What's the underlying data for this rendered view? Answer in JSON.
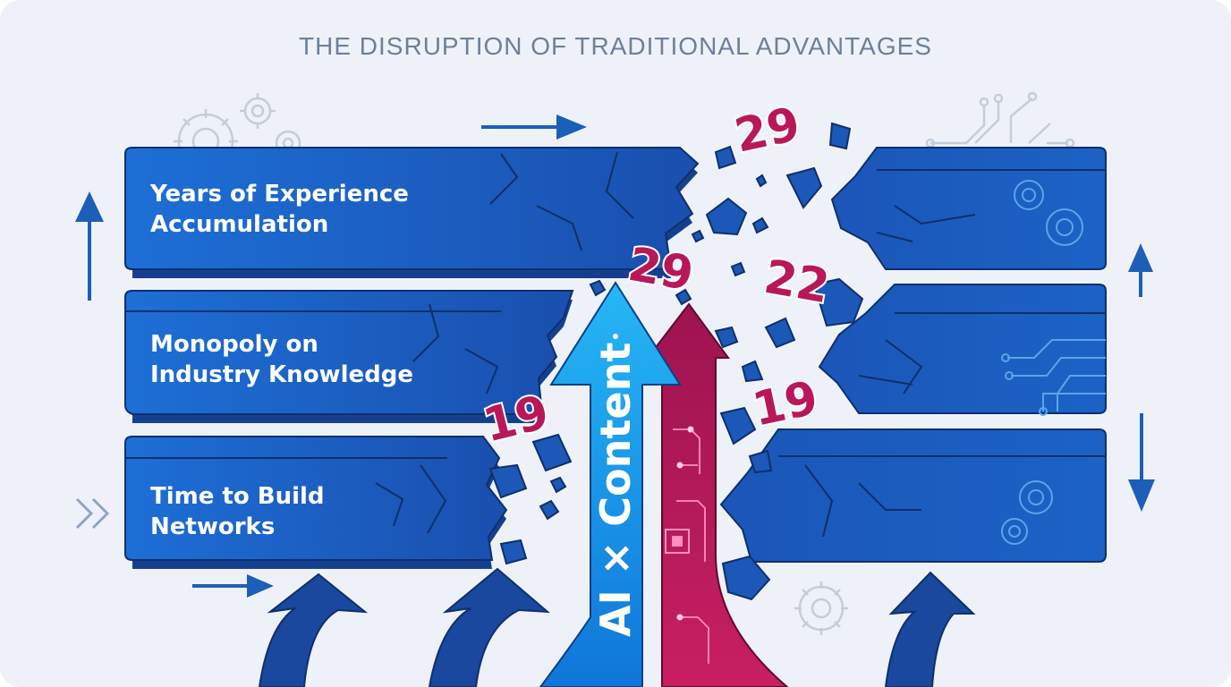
{
  "title": "THE DISRUPTION OF TRADITIONAL ADVANTAGES",
  "blocks": [
    {
      "label_line1": "Years of Experience",
      "label_line2": "Accumulation"
    },
    {
      "label_line1": "Monopoly on",
      "label_line2": "Industry Knowledge"
    },
    {
      "label_line1": "Time to Build",
      "label_line2": "Networks"
    }
  ],
  "center_arrow": {
    "label": "AI × Content"
  },
  "floating_numbers": [
    "29",
    "29",
    "22",
    "19",
    "19"
  ],
  "colors": {
    "background": "#eef2f8",
    "block_blue": "#1b61c4",
    "block_dark": "#16408f",
    "arrow_cyan": "#1aa3ef",
    "arrow_magenta": "#b8185a",
    "title": "#6e7f98"
  },
  "icons": [
    "gear-icon",
    "circuit-icon",
    "chevron-double-right-icon",
    "arrow-up-icon",
    "arrow-down-icon",
    "arrow-right-icon"
  ]
}
